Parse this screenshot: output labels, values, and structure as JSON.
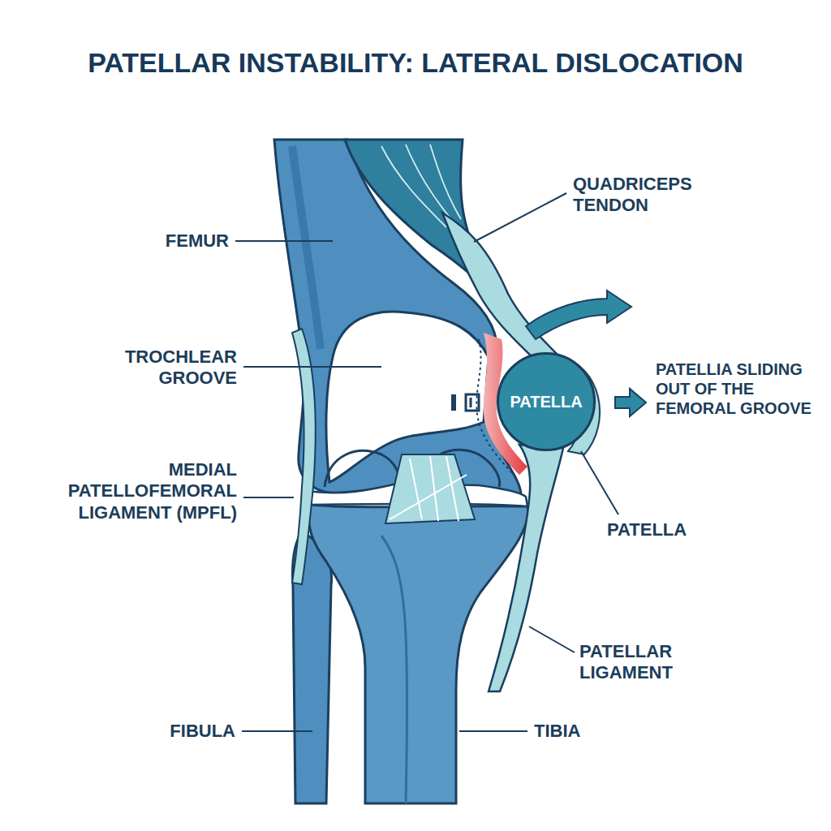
{
  "diagram": {
    "title": "PATELLAR INSTABILITY: LATERAL DISLOCATION",
    "nodes": [
      {
        "text": [
          "PATELLA"
        ]
      }
    ],
    "labels": [
      "FEMUR",
      "QUADRICEPS TENDON",
      "TROCHLEAR GROOVE",
      "MEDIAL PATELLOFEMORAL LIGAMENT (MPFL)",
      "PATELLIA SLIDING OUT OF THE FEMORAL GROOVE",
      "PATELLA",
      "PATELLAR LIGAMENT",
      "FIBULA",
      "TIBIA"
    ]
  }
}
